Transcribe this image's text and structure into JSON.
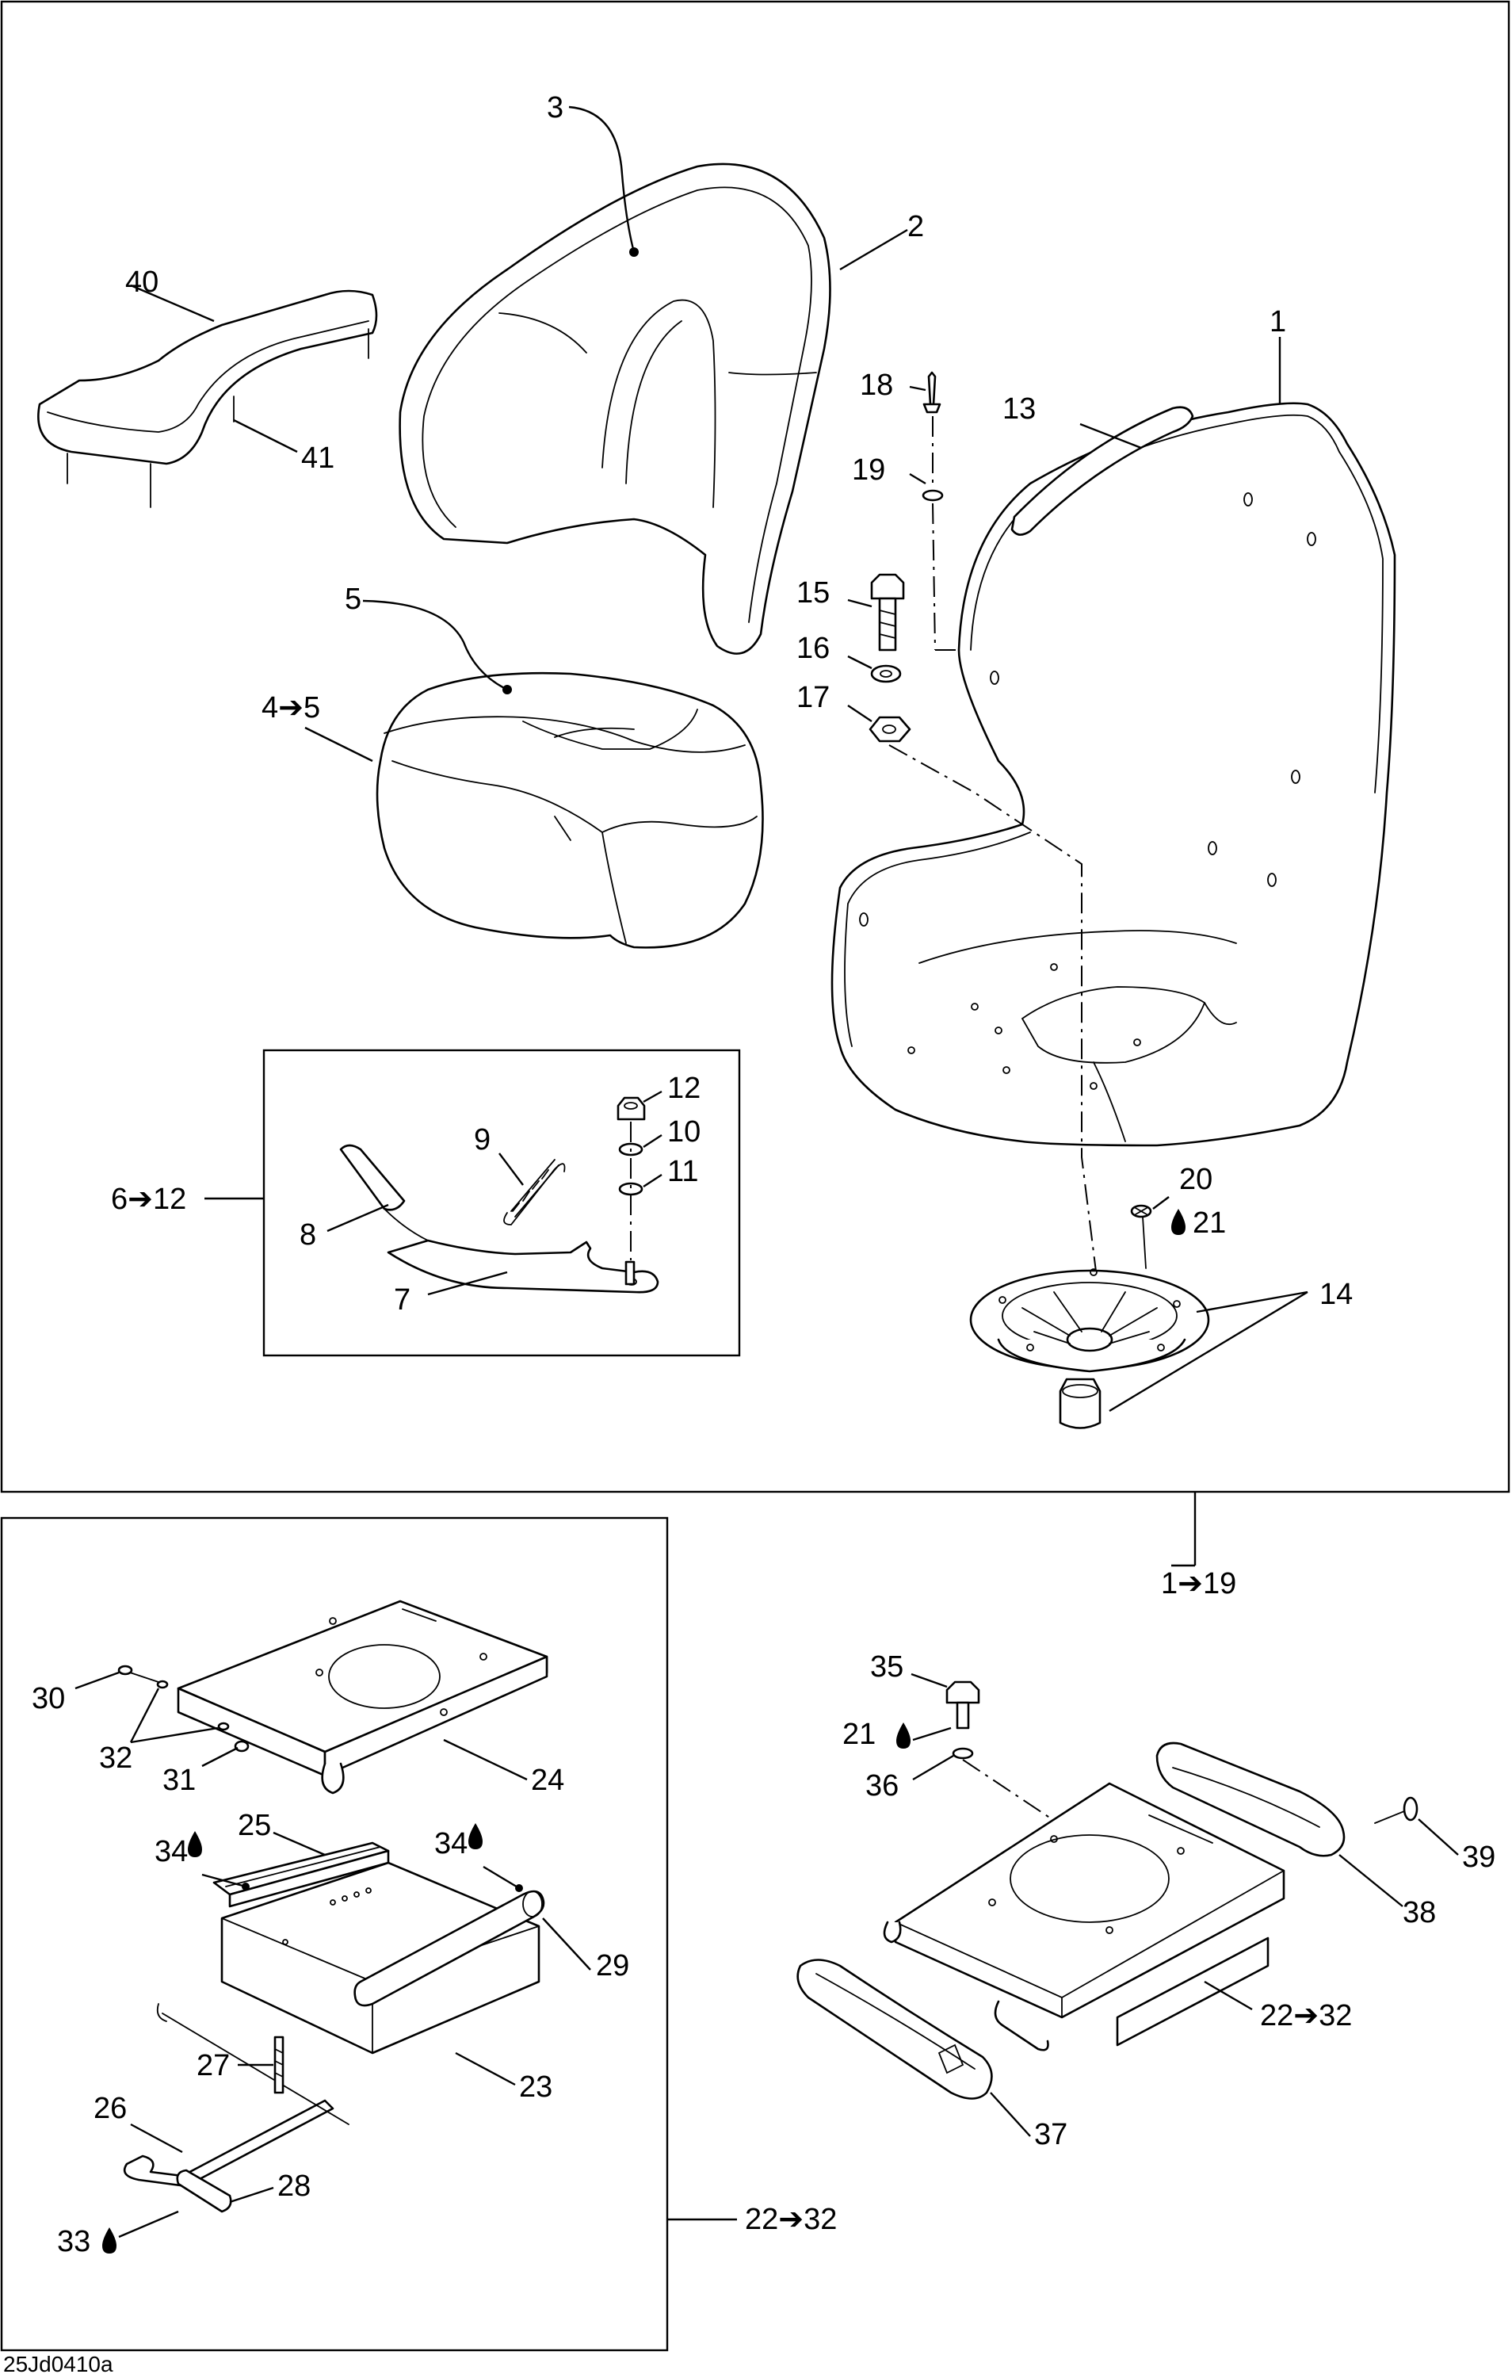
{
  "labels": {
    "l1": "1",
    "l2": "2",
    "l3": "3",
    "l4_5": "4➔5",
    "l5": "5",
    "l6_12": "6➔12",
    "l7": "7",
    "l8": "8",
    "l9": "9",
    "l10": "10",
    "l11": "11",
    "l12": "12",
    "l13": "13",
    "l14": "14",
    "l15": "15",
    "l16": "16",
    "l17": "17",
    "l18": "18",
    "l19": "19",
    "l20": "20",
    "l21": "21",
    "l1_19": "1➔19",
    "l40": "40",
    "l41": "41",
    "l30": "30",
    "l32": "32",
    "l31": "31",
    "l24": "24",
    "l25": "25",
    "l34a": "34",
    "l34b": "34",
    "l29": "29",
    "l27": "27",
    "l23": "23",
    "l26": "26",
    "l28": "28",
    "l33": "33",
    "l22_32a": "22➔32",
    "l35": "35",
    "l21b": "21",
    "l36": "36",
    "l39": "39",
    "l38": "38",
    "l22_32b": "22➔32",
    "l37": "37"
  },
  "footer_code": "25Jd0410a",
  "icons": {
    "lubricant": "oil-drop-icon"
  }
}
